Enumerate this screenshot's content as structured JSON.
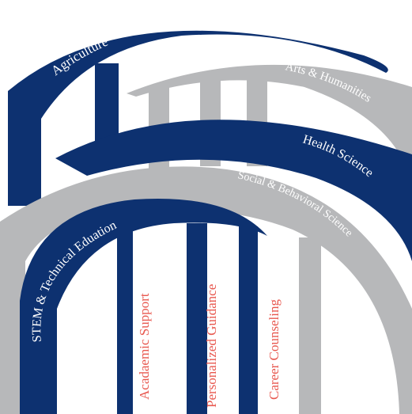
{
  "colors": {
    "navy": "#0d3170",
    "grey": "#b7b8ba",
    "accent_text": "#e8584f",
    "background": "#ffffff"
  },
  "arches": {
    "agriculture": "Agriculture",
    "arts_humanities": "Arts & Humanities",
    "health_science": "Health Science",
    "social_behavioral": "Social & Behavioral Science",
    "stem": "STEM & Technical Eduation"
  },
  "pillars": {
    "academic_support": "Acadaemic Support",
    "personalized_guidance": "Personalized Guidance",
    "career_counseling": "Career Counseling"
  }
}
